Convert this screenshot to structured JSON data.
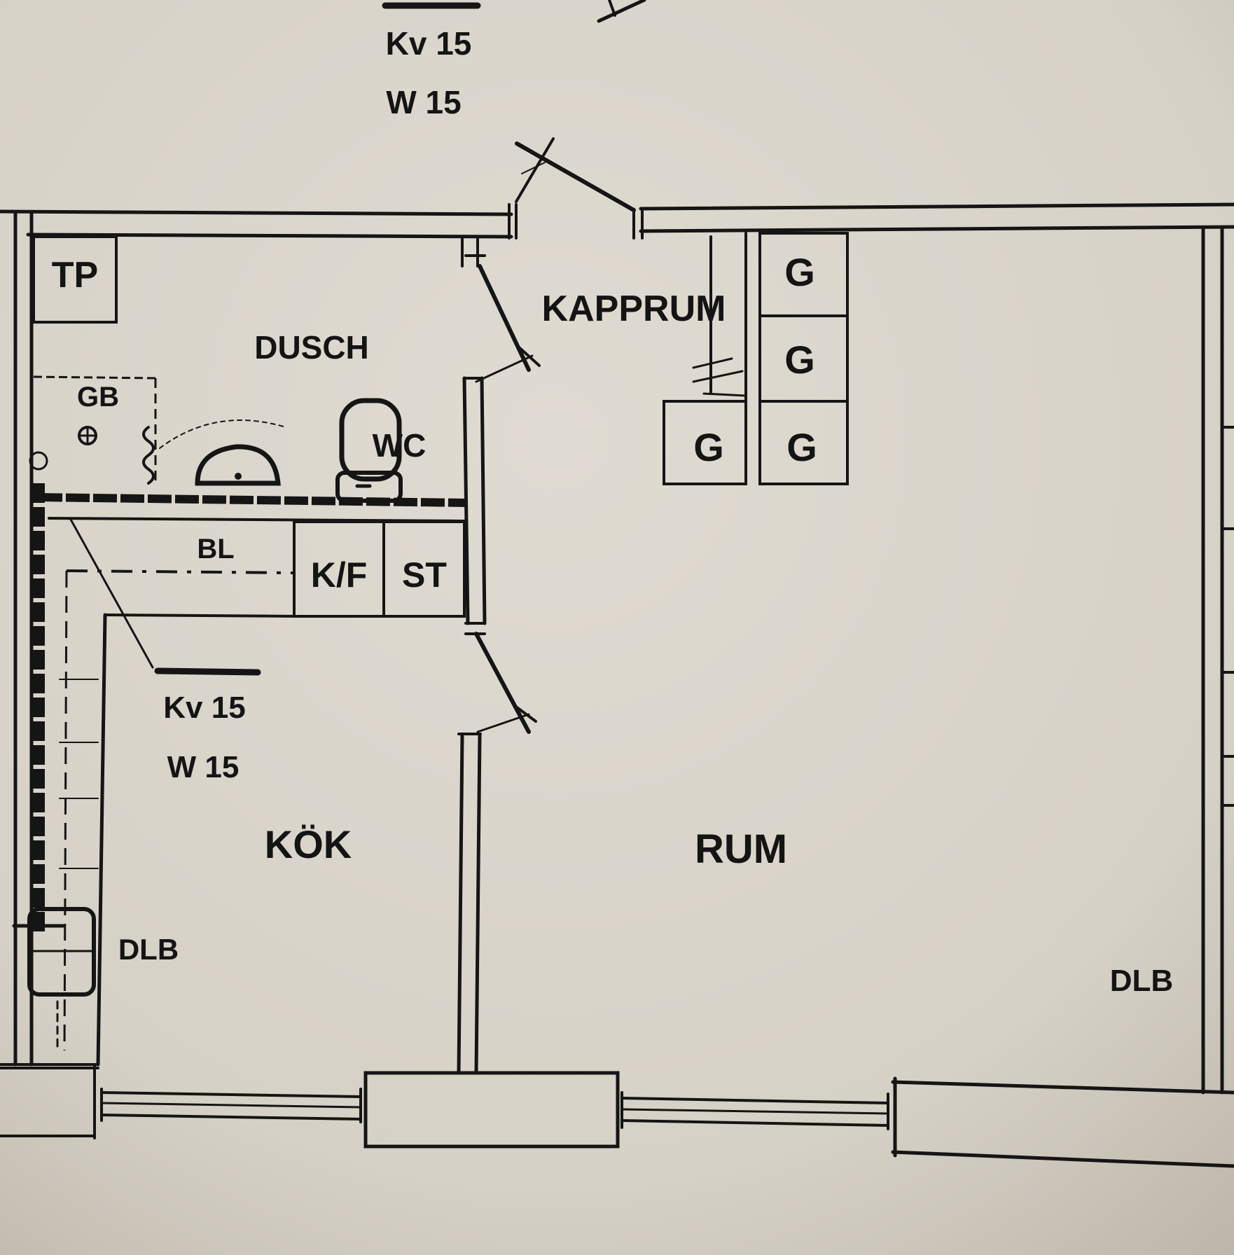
{
  "plan": {
    "paper_color": "#d9d4ca",
    "ink_color": "#151515",
    "labels": {
      "kv_top": "Kv 15",
      "w_top": "W 15",
      "tp": "TP",
      "dusch": "DUSCH",
      "kapprum": "KAPPRUM",
      "gb": "GB",
      "wc": "WC",
      "bl": "BL",
      "kf": "K/F",
      "st": "ST",
      "kv_kitchen": "Kv 15",
      "w_kitchen": "W 15",
      "kok": "KÖK",
      "rum": "RUM",
      "dlb_kitchen": "DLB",
      "dlb_room": "DLB",
      "g1": "G",
      "g2": "G",
      "g3": "G",
      "g4": "G"
    }
  }
}
